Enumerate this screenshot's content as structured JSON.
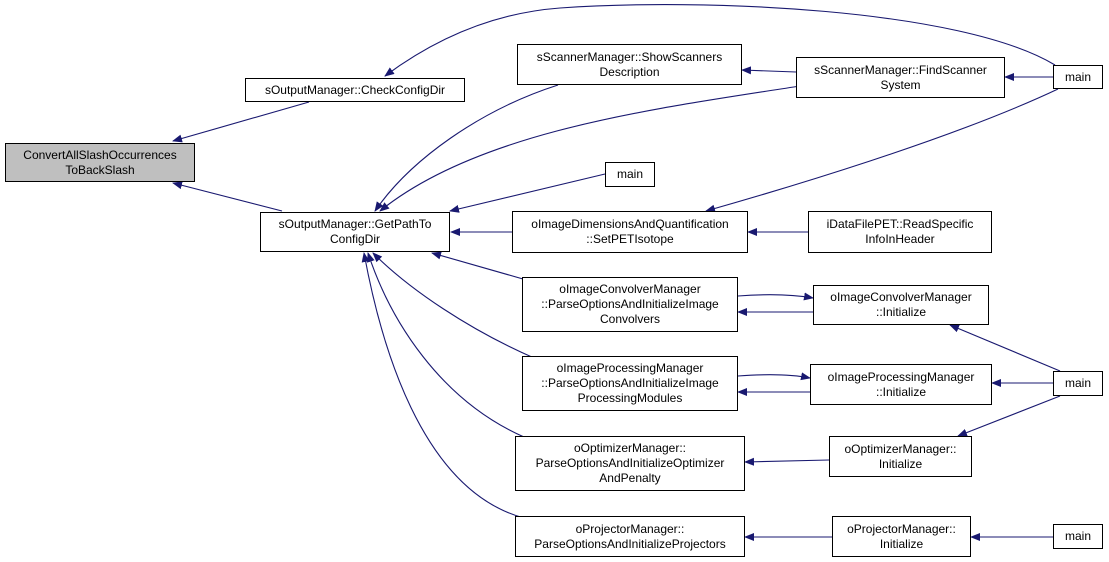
{
  "nodes": {
    "convert": {
      "lines": [
        "ConvertAllSlashOccurrences",
        "ToBackSlash"
      ],
      "highlighted": true
    },
    "check_config": {
      "lines": [
        "sOutputManager::CheckConfigDir"
      ]
    },
    "get_path": {
      "lines": [
        "sOutputManager::GetPathTo",
        "ConfigDir"
      ]
    },
    "show_scanners": {
      "lines": [
        "sScannerManager::ShowScanners",
        "Description"
      ]
    },
    "find_scanner": {
      "lines": [
        "sScannerManager::FindScanner",
        "System"
      ]
    },
    "main_1": {
      "lines": [
        "main"
      ]
    },
    "main_2": {
      "lines": [
        "main"
      ]
    },
    "set_pet": {
      "lines": [
        "oImageDimensionsAndQuantification",
        "::SetPETIsotope"
      ]
    },
    "read_specific": {
      "lines": [
        "iDataFilePET::ReadSpecific",
        "InfoInHeader"
      ]
    },
    "conv_parse": {
      "lines": [
        "oImageConvolverManager",
        "::ParseOptionsAndInitializeImage",
        "Convolvers"
      ]
    },
    "conv_init": {
      "lines": [
        "oImageConvolverManager",
        "::Initialize"
      ]
    },
    "proc_parse": {
      "lines": [
        "oImageProcessingManager",
        "::ParseOptionsAndInitializeImage",
        "ProcessingModules"
      ]
    },
    "proc_init": {
      "lines": [
        "oImageProcessingManager",
        "::Initialize"
      ]
    },
    "main_3": {
      "lines": [
        "main"
      ]
    },
    "opt_parse": {
      "lines": [
        "oOptimizerManager::",
        "ParseOptionsAndInitializeOptimizer",
        "AndPenalty"
      ]
    },
    "opt_init": {
      "lines": [
        "oOptimizerManager::",
        "Initialize"
      ]
    },
    "proj_parse": {
      "lines": [
        "oProjectorManager::",
        "ParseOptionsAndInitializeProjectors"
      ]
    },
    "proj_init": {
      "lines": [
        "oProjectorManager::",
        "Initialize"
      ]
    },
    "main_4": {
      "lines": [
        "main"
      ]
    }
  },
  "edges": [
    {
      "from": "check_config",
      "to": "convert"
    },
    {
      "from": "get_path",
      "to": "convert"
    },
    {
      "from": "main_1",
      "to": "check_config"
    },
    {
      "from": "show_scanners",
      "to": "get_path"
    },
    {
      "from": "find_scanner",
      "to": "get_path"
    },
    {
      "from": "main_2",
      "to": "get_path"
    },
    {
      "from": "set_pet",
      "to": "get_path"
    },
    {
      "from": "conv_parse",
      "to": "get_path"
    },
    {
      "from": "proc_parse",
      "to": "get_path"
    },
    {
      "from": "opt_parse",
      "to": "get_path"
    },
    {
      "from": "proj_parse",
      "to": "get_path"
    },
    {
      "from": "find_scanner",
      "to": "show_scanners"
    },
    {
      "from": "main_1",
      "to": "find_scanner"
    },
    {
      "from": "main_1",
      "to": "set_pet"
    },
    {
      "from": "read_specific",
      "to": "set_pet"
    },
    {
      "from": "conv_init",
      "to": "conv_parse"
    },
    {
      "from": "conv_parse",
      "to": "conv_init"
    },
    {
      "from": "main_3",
      "to": "conv_init"
    },
    {
      "from": "proc_init",
      "to": "proc_parse"
    },
    {
      "from": "proc_parse",
      "to": "proc_init"
    },
    {
      "from": "main_3",
      "to": "proc_init"
    },
    {
      "from": "opt_init",
      "to": "opt_parse"
    },
    {
      "from": "main_3",
      "to": "opt_init"
    },
    {
      "from": "proj_init",
      "to": "proj_parse"
    },
    {
      "from": "main_4",
      "to": "proj_init"
    }
  ],
  "colors": {
    "edge": "#191970",
    "node_border": "#000000",
    "highlight_fill": "#bfbfbf"
  }
}
